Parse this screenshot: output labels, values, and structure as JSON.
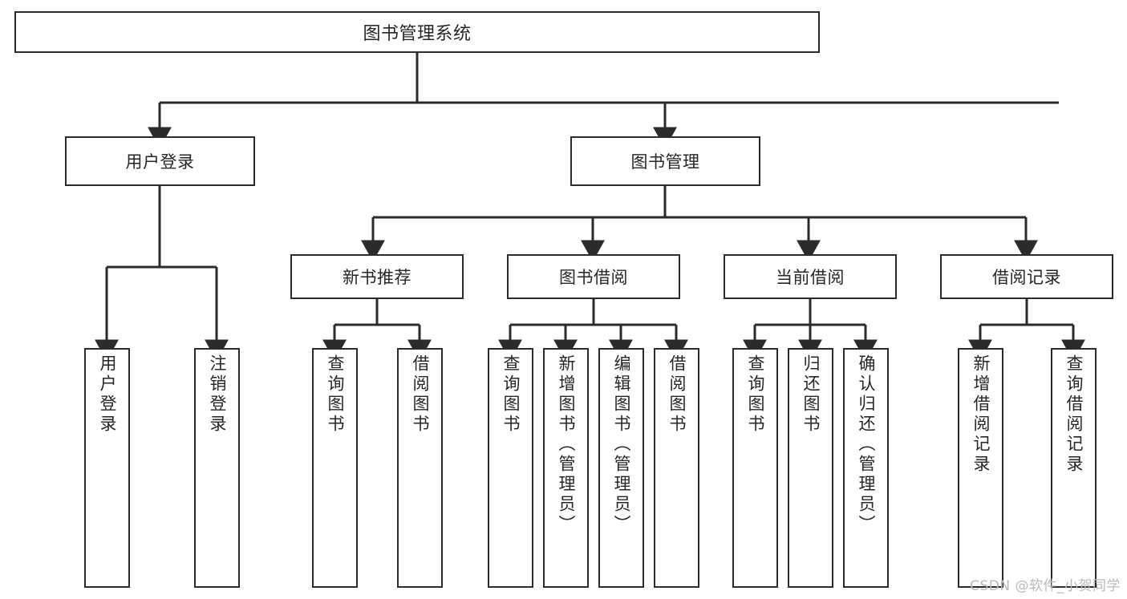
{
  "diagram": {
    "title": "图书管理系统",
    "watermark": "CSDN @软件_小贺同学",
    "colors": {
      "stroke": "#2b2b2b",
      "fill": "#ffffff",
      "text": "#262626",
      "watermark": "#b9b9b9"
    },
    "root": {
      "label": "图书管理系统"
    },
    "level2": [
      {
        "label": "用户登录"
      },
      {
        "label": "图书管理"
      }
    ],
    "level3": [
      {
        "label": "新书推荐"
      },
      {
        "label": "图书借阅"
      },
      {
        "label": "当前借阅"
      },
      {
        "label": "借阅记录"
      }
    ],
    "leaves": {
      "user_login": [
        {
          "label": "用户登录"
        },
        {
          "label": "注销登录"
        }
      ],
      "new_book": [
        {
          "label": "查询图书"
        },
        {
          "label": "借阅图书"
        }
      ],
      "borrow": [
        {
          "label": "查询图书"
        },
        {
          "label": "新增图书（管理员）"
        },
        {
          "label": "编辑图书（管理员）"
        },
        {
          "label": "借阅图书"
        }
      ],
      "current": [
        {
          "label": "查询图书"
        },
        {
          "label": "归还图书"
        },
        {
          "label": "确认归还（管理员）"
        }
      ],
      "records": [
        {
          "label": "新增借阅记录"
        },
        {
          "label": "查询借阅记录"
        }
      ]
    }
  }
}
